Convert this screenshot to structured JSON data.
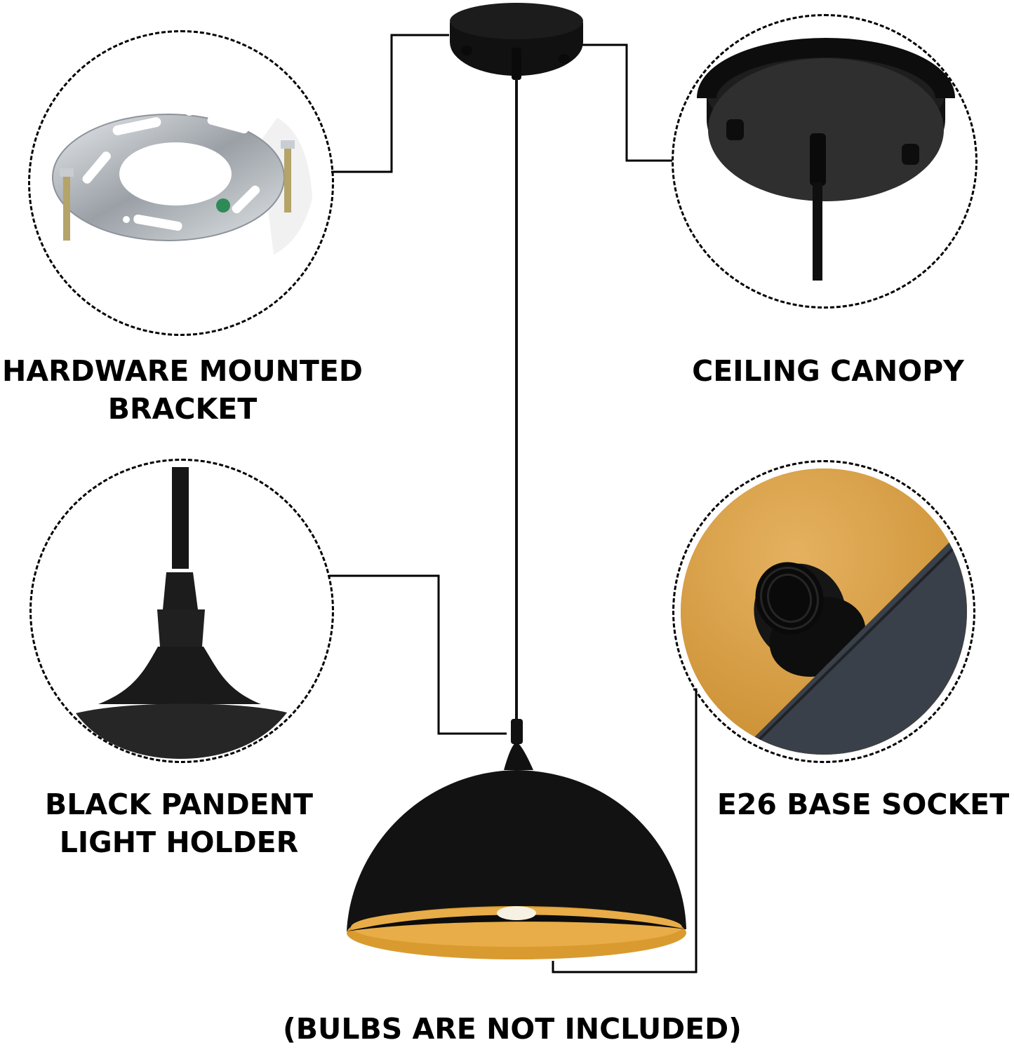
{
  "diagram": {
    "type": "product-component-callout",
    "subject": "black dome pendant light",
    "colors": {
      "line": "#000000",
      "shade_outer": "#111111",
      "shade_inner": "#e0a43c",
      "canopy": "#1a1a1a",
      "bracket": "#c9ced3",
      "socket_panel_gray": "#3a4049"
    },
    "callouts": [
      {
        "id": "bracket",
        "line1": "HARDWARE MOUNTED",
        "line2": "BRACKET",
        "position": "top-left"
      },
      {
        "id": "canopy",
        "line1": "CEILING CANOPY",
        "position": "top-right"
      },
      {
        "id": "holder",
        "line1": "BLACK PANDENT",
        "line2": "LIGHT HOLDER",
        "position": "bottom-left"
      },
      {
        "id": "socket",
        "line1": "E26 BASE SOCKET",
        "position": "bottom-right"
      }
    ],
    "footnote": "(BULBS ARE NOT INCLUDED)"
  }
}
